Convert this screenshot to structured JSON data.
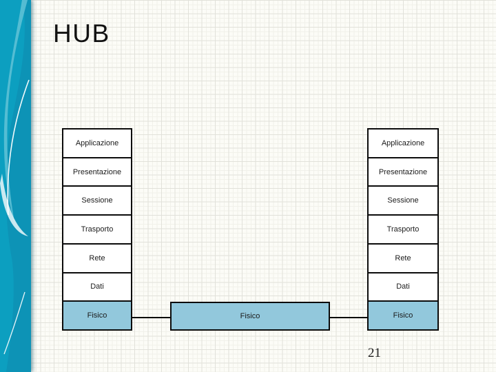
{
  "slide": {
    "title": "HUB",
    "page_number": "21"
  },
  "diagram": {
    "left_stack": {
      "layers": [
        "Applicazione",
        "Presentazione",
        "Sessione",
        "Trasporto",
        "Rete",
        "Dati",
        "Fisico"
      ]
    },
    "right_stack": {
      "layers": [
        "Applicazione",
        "Presentazione",
        "Sessione",
        "Trasporto",
        "Rete",
        "Dati",
        "Fisico"
      ]
    },
    "hub_box": {
      "label": "Fisico"
    }
  },
  "colors": {
    "sidebar_teal": "#0c9fc0",
    "sidebar_teal_dark": "#0e91b4",
    "sidebar_teal_light": "#5cc0d5",
    "physical_layer_fill": "#92c8dc",
    "box_border": "#0b0b0b",
    "grid_line": "#e1e1da",
    "page_background": "#fcfcf7"
  }
}
